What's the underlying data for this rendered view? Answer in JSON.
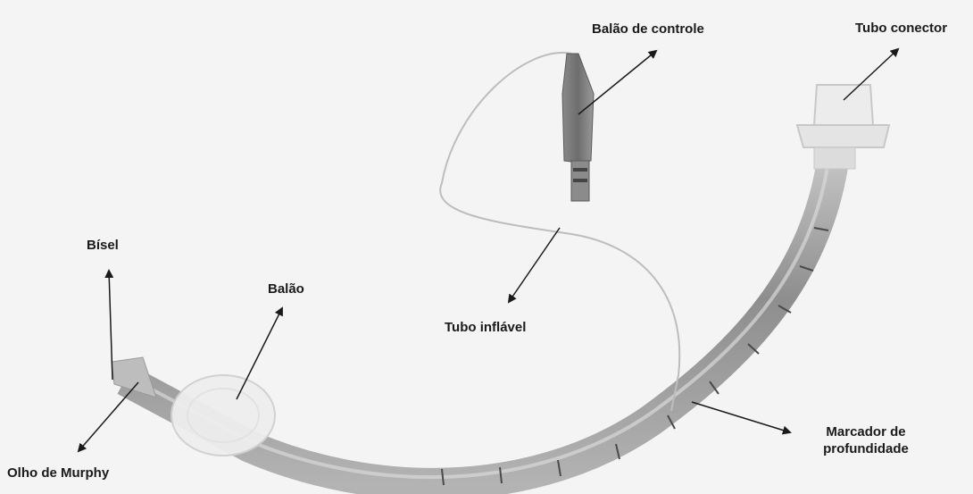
{
  "labels": {
    "control_balloon": "Balão de controle",
    "connector_tube": "Tubo conector",
    "bevel": "Bísel",
    "cuff": "Balão",
    "inflation_tube": "Tubo inflável",
    "depth_marker_line1": "Marcador de",
    "depth_marker_line2": "profundidade",
    "murphy_eye": "Olho de Murphy"
  },
  "colors": {
    "background": "#f4f4f4",
    "tube_body": "#9a9a9a",
    "text": "#1a1a1a"
  }
}
